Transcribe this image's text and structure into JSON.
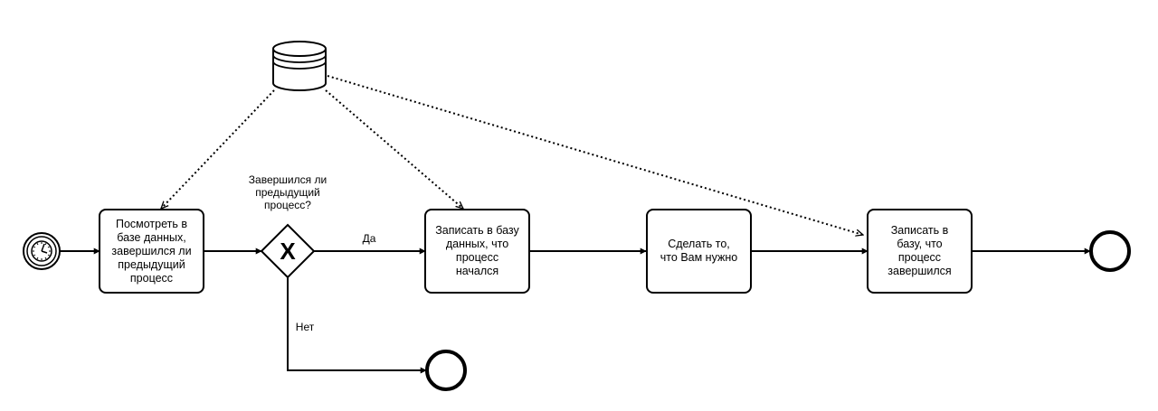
{
  "diagram": {
    "tasks": {
      "check_db": "Посмотреть в\nбазе данных,\nзавершился ли\nпредыдущий\nпроцесс",
      "write_start": "Записать в базу\nданных, что\nпроцесс\nначался",
      "do_work": "Сделать то,\nчто Вам нужно",
      "write_end": "Записать в\nбазу, что\nпроцесс\nзавершился"
    },
    "gateway": {
      "question": "Завершился ли\nпредыдущий\nпроцесс?",
      "symbol": "X",
      "yes_label": "Да",
      "no_label": "Нет"
    },
    "icons": {
      "start_event": "timer-start-event-icon",
      "data_store": "database-icon",
      "end_event": "end-event-icon"
    },
    "colors": {
      "stroke": "#000000",
      "background": "#ffffff"
    }
  }
}
